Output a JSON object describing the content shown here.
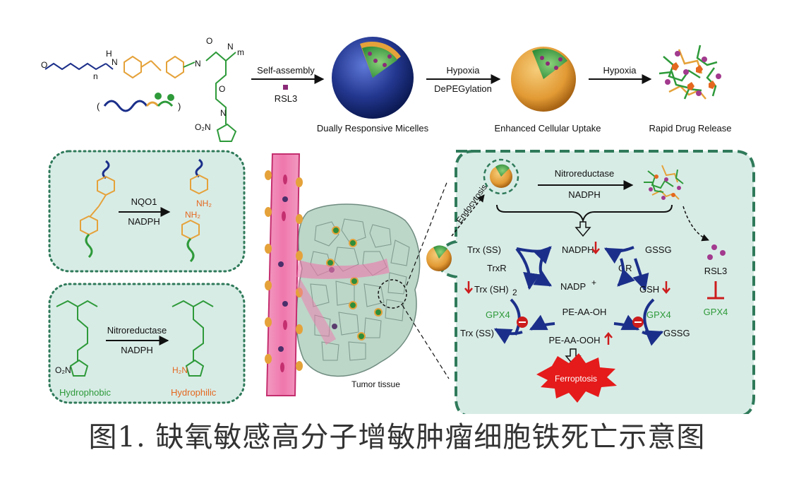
{
  "top": {
    "step1_label": "Self-assembly",
    "drug_label": "RSL3",
    "step2_label_a": "Hypoxia",
    "step2_label_b": "DePEGylation",
    "step3_label": "Hypoxia",
    "stage1_caption": "Dually Responsive Micelles",
    "stage2_caption": "Enhanced Cellular Uptake",
    "stage3_caption": "Rapid Drug Release",
    "polymer": {
      "sub_n": "n",
      "sub_m": "m",
      "nh": "N",
      "h": "H",
      "o": "O",
      "no2": "O₂N",
      "paren_l": "(",
      "paren_r": ")"
    }
  },
  "panel_azo": {
    "enzyme": "NQO1",
    "cofactor": "NADPH",
    "nh2": "NH₂"
  },
  "panel_nitro": {
    "enzyme": "Nitroreductase",
    "cofactor": "NADPH",
    "hydrophobic": "Hydrophobic",
    "hydrophilic": "Hydrophilic",
    "h2n": "H₂N",
    "o2n": "O₂N"
  },
  "tissue": {
    "label": "Tumor tissue"
  },
  "cell": {
    "endocytosis": "Endocytosis",
    "enzyme": "Nitroreductase",
    "cofactor": "NADPH",
    "trx_ss": "Trx (SS)",
    "trxr": "TrxR",
    "trx_sh": "Trx (SH)",
    "trx_sh_sub": "2",
    "nadph": "NADPH",
    "nadp": "NADP",
    "nadp_sup": "+",
    "gssg": "GSSG",
    "gr": "GR",
    "gsh": "GSH",
    "gpx4_left": "GPX4",
    "gpx4_right": "GPX4",
    "pe_aa_oh": "PE-AA-OH",
    "pe_aa_ooh": "PE-AA-OOH",
    "trx_ss_out": "Trx (SS)",
    "gssg_out": "GSSG",
    "ferroptosis": "Ferroptosis",
    "rsl3": "RSL3",
    "gpx4_inhib": "GPX4"
  },
  "caption": "图1. 缺氧敏感高分子增敏肿瘤细胞铁死亡示意图",
  "colors": {
    "navy": "#1b2f8a",
    "panel_bg": "#d8ece6",
    "dotted_border": "#2f7a5a",
    "azo_orange": "#e5a23a",
    "green": "#2e9a3a",
    "red": "#cc1c1c",
    "vessel": "#e9609b"
  }
}
